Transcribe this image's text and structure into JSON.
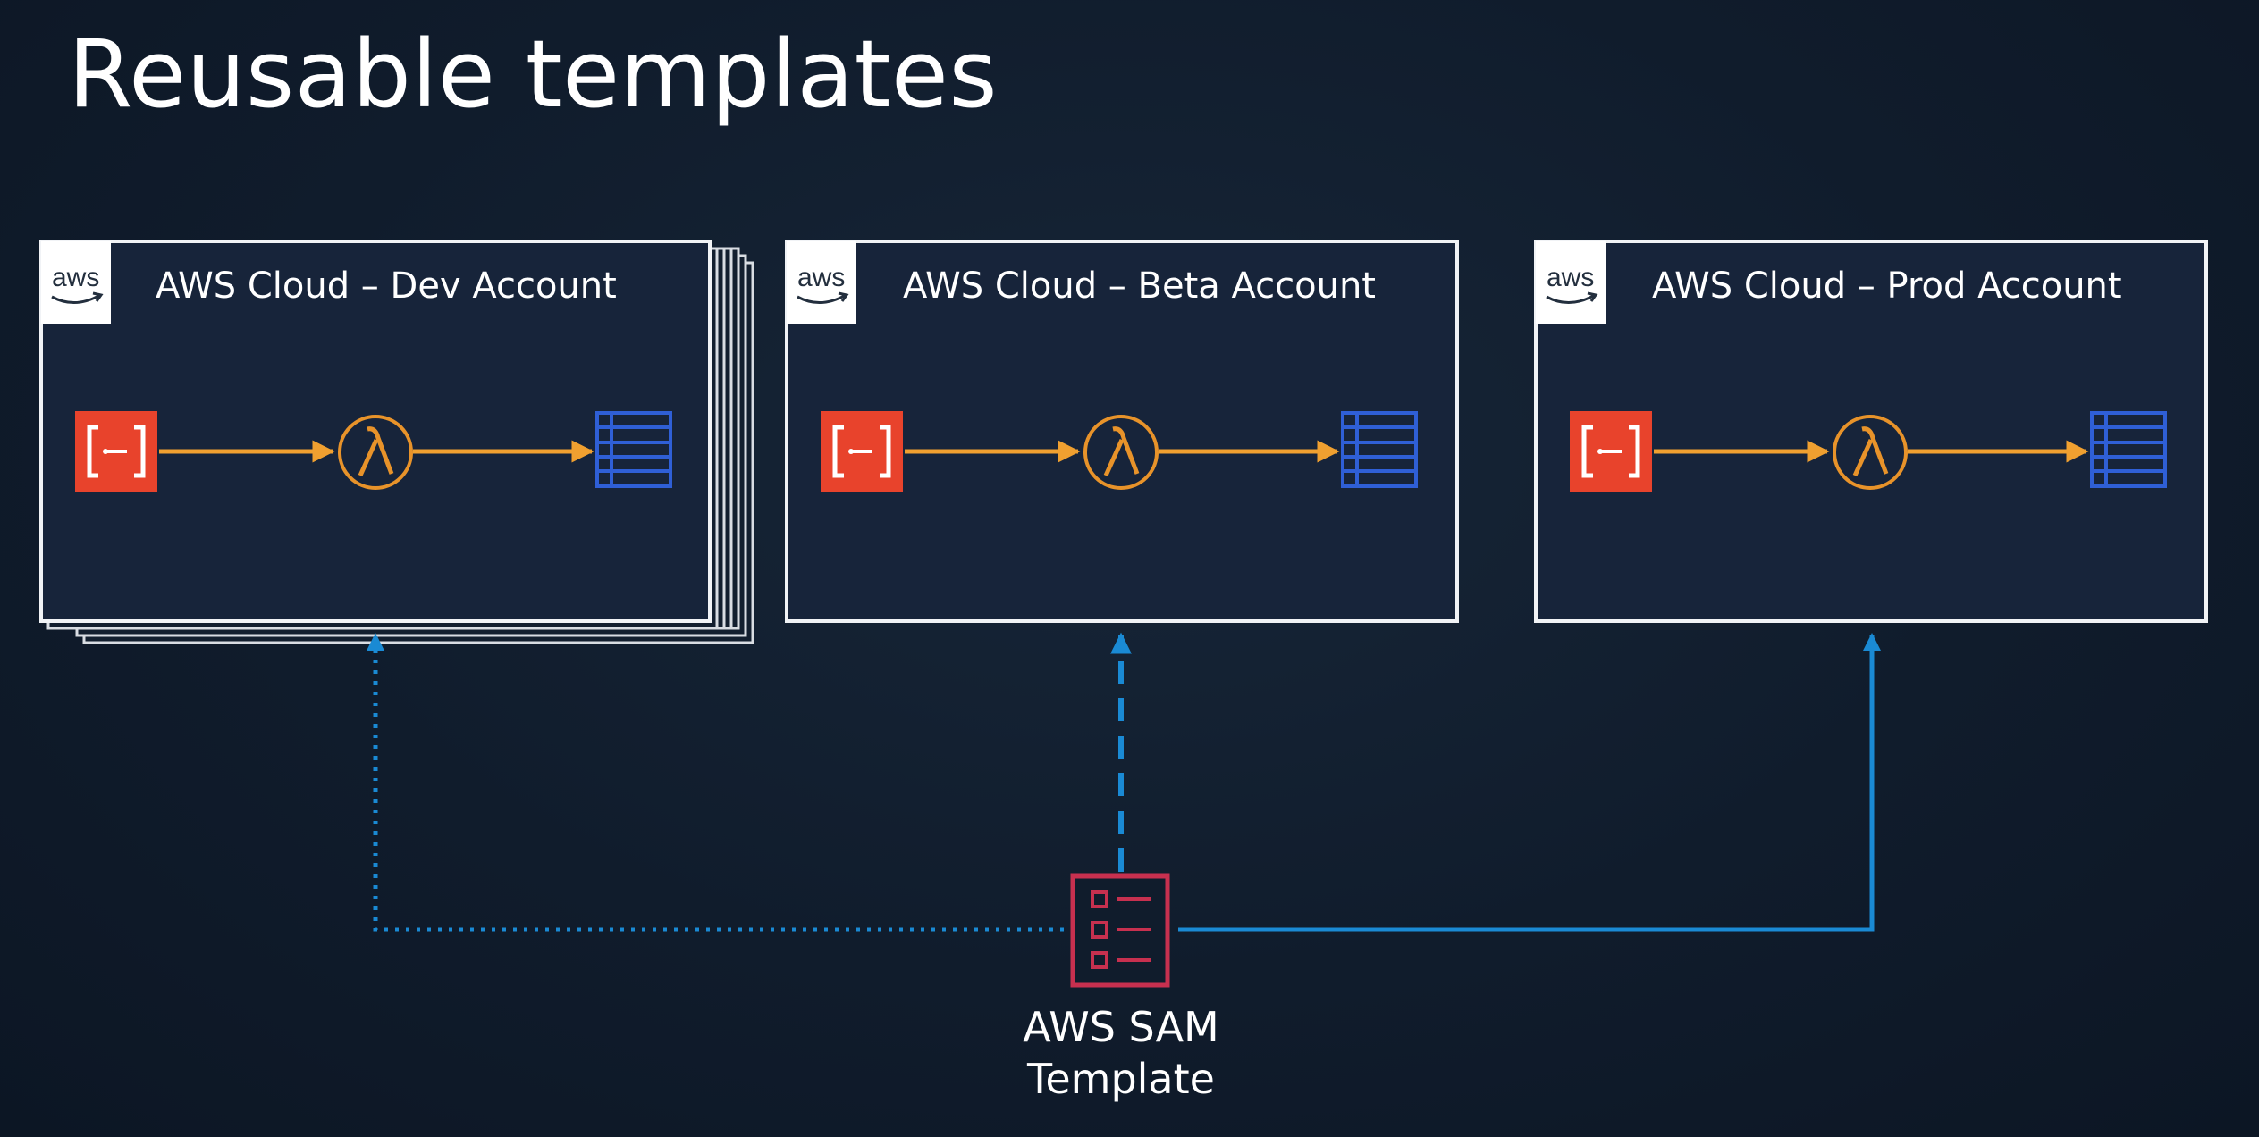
{
  "slide": {
    "title": "Reusable templates"
  },
  "accounts": [
    {
      "label": "AWS Cloud – Dev Account",
      "logo_text": "aws",
      "stacked": true,
      "connector_style": "dotted"
    },
    {
      "label": "AWS Cloud – Beta Account",
      "logo_text": "aws",
      "stacked": false,
      "connector_style": "dashed"
    },
    {
      "label": "AWS Cloud – Prod Account",
      "logo_text": "aws",
      "stacked": false,
      "connector_style": "solid"
    }
  ],
  "template_node": {
    "label_line1": "AWS SAM",
    "label_line2": "Template",
    "icon": "template-document-icon"
  },
  "icons": {
    "api": "api-gateway-icon",
    "lambda": "lambda-icon",
    "database": "database-table-icon",
    "logo": "aws-logo-icon"
  },
  "colors": {
    "background": "#0f1b2b",
    "api_gateway": "#e8432c",
    "lambda": "#e8932a",
    "flow_arrow": "#f0a030",
    "database": "#2f5fd6",
    "connector": "#1a8ad4",
    "template": "#c7304f",
    "frame": "#e6e9ee"
  }
}
